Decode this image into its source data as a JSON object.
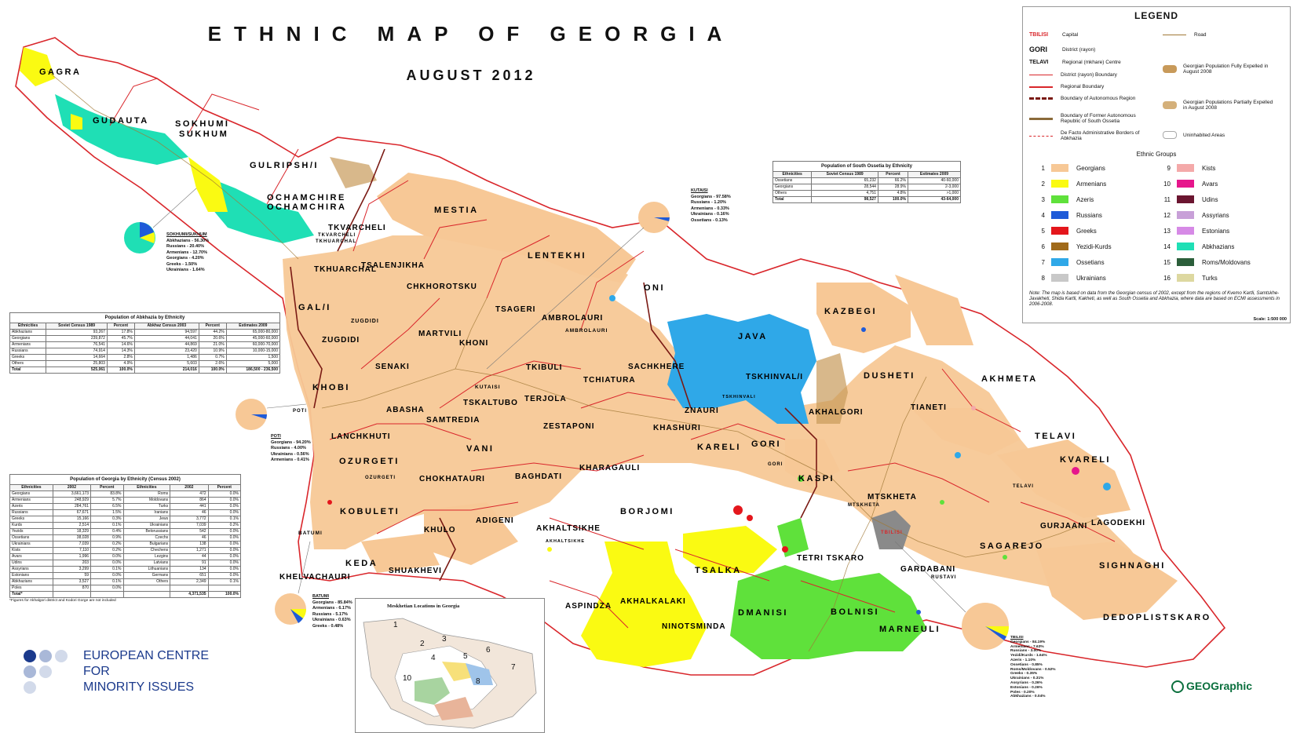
{
  "title": "ETHNIC MAP OF GEORGIA",
  "subtitle": "AUGUST 2012",
  "colors": {
    "georgians": "#f7c896",
    "armenians": "#fafa12",
    "azeris": "#5fe13b",
    "russians": "#1f5bd8",
    "greeks": "#e4161c",
    "yezidi_kurds": "#a06a1a",
    "ossetians": "#2fa8e8",
    "ukrainians": "#c8c8c8",
    "kists": "#f4a9a9",
    "avars": "#e6168c",
    "udins": "#6b1530",
    "assyrians": "#c8a0d8",
    "estonians": "#d68ae6",
    "abkhazians": "#1fdfb5",
    "roms_moldovans": "#2b5e3a",
    "turks": "#ddd8a0",
    "border_red": "#d9262b",
    "border_dark": "#7a1a14",
    "ecmi_blue": "#1b3a8c"
  },
  "districts": [
    {
      "name": "GAGRA"
    },
    {
      "name": "GUDAUTA"
    },
    {
      "name": "SOKHUMI"
    },
    {
      "name": "SUKHUM"
    },
    {
      "name": "GULRIPSH/I"
    },
    {
      "name": "OCHAMCHIRE"
    },
    {
      "name": "OCHAMCHIRA"
    },
    {
      "name": "MESTIA"
    },
    {
      "name": "TKVARCHELI"
    },
    {
      "name": "TKVARCHELI"
    },
    {
      "name": "TKHUARCHAL"
    },
    {
      "name": "TKHUARCHAL"
    },
    {
      "name": "TSALENJIKHA"
    },
    {
      "name": "CHKHOROTSKU"
    },
    {
      "name": "LENTEKHI"
    },
    {
      "name": "ONI"
    },
    {
      "name": "GAL/I"
    },
    {
      "name": "ZUGDIDI"
    },
    {
      "name": "ZUGDIDI"
    },
    {
      "name": "MARTVILI"
    },
    {
      "name": "TSAGERI"
    },
    {
      "name": "AMBROLAURI"
    },
    {
      "name": "AMBROLAURI"
    },
    {
      "name": "KHONI"
    },
    {
      "name": "SENAKI"
    },
    {
      "name": "TKIBULI"
    },
    {
      "name": "SACHKHERE"
    },
    {
      "name": "TCHIATURA"
    },
    {
      "name": "KHOBI"
    },
    {
      "name": "KUTAISI"
    },
    {
      "name": "TSKALTUBO"
    },
    {
      "name": "TERJOLA"
    },
    {
      "name": "ABASHA"
    },
    {
      "name": "SAMTREDIA"
    },
    {
      "name": "ZESTAPONI"
    },
    {
      "name": "LANCHKHUTI"
    },
    {
      "name": "VANI"
    },
    {
      "name": "OZURGETI"
    },
    {
      "name": "OZURGETI"
    },
    {
      "name": "CHOKHATAURI"
    },
    {
      "name": "BAGHDATI"
    },
    {
      "name": "KHARAGAULI"
    },
    {
      "name": "KHASHURI"
    },
    {
      "name": "KARELI"
    },
    {
      "name": "GORI"
    },
    {
      "name": "GORI"
    },
    {
      "name": "JAVA"
    },
    {
      "name": "TSKHINVALI"
    },
    {
      "name": "TSKHINVAL/I"
    },
    {
      "name": "ZNAURI"
    },
    {
      "name": "AKHALGORI"
    },
    {
      "name": "KAZBEGI"
    },
    {
      "name": "DUSHETI"
    },
    {
      "name": "TIANETI"
    },
    {
      "name": "AKHMETA"
    },
    {
      "name": "TELAVI"
    },
    {
      "name": "TELAVI"
    },
    {
      "name": "KVARELI"
    },
    {
      "name": "KASPI"
    },
    {
      "name": "MTSKHETA"
    },
    {
      "name": "MTSKHETA"
    },
    {
      "name": "TBILISI"
    },
    {
      "name": "SAGAREJO"
    },
    {
      "name": "GURJAANI"
    },
    {
      "name": "LAGODEKHI"
    },
    {
      "name": "SIGHNAGHI"
    },
    {
      "name": "DEDOPLISTSKARO"
    },
    {
      "name": "KOBULETI"
    },
    {
      "name": "BATUMI"
    },
    {
      "name": "KHULO"
    },
    {
      "name": "ADIGENI"
    },
    {
      "name": "AKHALTSIKHE"
    },
    {
      "name": "AKHALTSIKHE"
    },
    {
      "name": "BORJOMI"
    },
    {
      "name": "KEDA"
    },
    {
      "name": "SHUAKHEVI"
    },
    {
      "name": "KHELVACHAURI"
    },
    {
      "name": "ASPINDZA"
    },
    {
      "name": "AKHALKALAKI"
    },
    {
      "name": "NINOTSMINDA"
    },
    {
      "name": "TSALKA"
    },
    {
      "name": "TETRI TSKARO"
    },
    {
      "name": "DMANISI"
    },
    {
      "name": "BOLNISI"
    },
    {
      "name": "MARNEULI"
    },
    {
      "name": "GARDABANI"
    },
    {
      "name": "RUSTAVI"
    },
    {
      "name": "POTI"
    }
  ],
  "legend": {
    "title": "LEGEND",
    "items": [
      {
        "key": "TBILISI",
        "label": "Capital"
      },
      {
        "key": "GORI",
        "label": "District (rayon)"
      },
      {
        "key": "TELAVI",
        "label": "Regional (mkhare) Centre"
      },
      {
        "label": "District (rayon) Boundary"
      },
      {
        "label": "Regional Boundary"
      },
      {
        "label": "Boundary of Autonomous Region"
      },
      {
        "label": "Boundary of Former Autonomous Republic of South Ossetia"
      },
      {
        "label": "De Facto Administrative Borders of Abkhazia"
      },
      {
        "label": "Road"
      },
      {
        "label": "Georgian Population Fully Expelled in August 2008"
      },
      {
        "label": "Georgian Populations Partially Expelled in August 2008"
      },
      {
        "label": "Uninhabited Areas"
      }
    ],
    "ethnic_title": "Ethnic Groups",
    "ethnic_groups": [
      {
        "num": "1",
        "name": "Georgians",
        "color": "#f7c896"
      },
      {
        "num": "2",
        "name": "Armenians",
        "color": "#fafa12"
      },
      {
        "num": "3",
        "name": "Azeris",
        "color": "#5fe13b"
      },
      {
        "num": "4",
        "name": "Russians",
        "color": "#1f5bd8"
      },
      {
        "num": "5",
        "name": "Greeks",
        "color": "#e4161c"
      },
      {
        "num": "6",
        "name": "Yezidi-Kurds",
        "color": "#a06a1a"
      },
      {
        "num": "7",
        "name": "Ossetians",
        "color": "#2fa8e8"
      },
      {
        "num": "8",
        "name": "Ukrainians",
        "color": "#c8c8c8"
      },
      {
        "num": "9",
        "name": "Kists",
        "color": "#f4a9a9"
      },
      {
        "num": "10",
        "name": "Avars",
        "color": "#e6168c"
      },
      {
        "num": "11",
        "name": "Udins",
        "color": "#6b1530"
      },
      {
        "num": "12",
        "name": "Assyrians",
        "color": "#c8a0d8"
      },
      {
        "num": "13",
        "name": "Estonians",
        "color": "#d68ae6"
      },
      {
        "num": "14",
        "name": "Abkhazians",
        "color": "#1fdfb5"
      },
      {
        "num": "15",
        "name": "Roms/Moldovans",
        "color": "#2b5e3a"
      },
      {
        "num": "16",
        "name": "Turks",
        "color": "#ddd8a0"
      }
    ],
    "note": "Note: The map is based on data from the Georgian census of 2002, except from the regions of Kvemo Kartli, Samtskhe-Javakheti, Shida Kartli, Kakheti, as well as South Ossetia and Abkhazia, where data are based on ECMI assessments in 2006-2008.",
    "scale": "Scale: 1:500 000"
  },
  "tables": {
    "south_ossetia": {
      "title": "Population of South Ossetia by Ethnicity",
      "headers": [
        "Ethnicities",
        "Soviet Census 1989",
        "Percent",
        "Estimates 2009"
      ],
      "rows": [
        [
          "Ossetians",
          "65,232",
          "66.2%",
          "40-60,000"
        ],
        [
          "Georgians",
          "28,544",
          "28.9%",
          "2-3,000"
        ],
        [
          "Others",
          "4,751",
          "4.8%",
          ">1,000"
        ],
        [
          "Total",
          "98,527",
          "100.0%",
          "43-64,000"
        ]
      ]
    },
    "abkhazia": {
      "title": "Population of Abkhazia by Ethnicity",
      "headers": [
        "Ethnicities",
        "Soviet Census 1989",
        "Percent",
        "Abkhaz Census 2003",
        "Percent",
        "Estimates 2009"
      ],
      "rows": [
        [
          "Abkhazians",
          "93,267",
          "17.8%",
          "94,597",
          "44.2%",
          "65,000-80,000"
        ],
        [
          "Georgians",
          "239,872",
          "45.7%",
          "44,041",
          "20.6%",
          "45,000-60,000"
        ],
        [
          "Armenians",
          "76,541",
          "14.6%",
          "44,869",
          "21.0%",
          "60,000-70,000"
        ],
        [
          "Russians",
          "74,914",
          "14.3%",
          "23,420",
          "10.9%",
          "10,000-15,000"
        ],
        [
          "Greeks",
          "14,664",
          "2.8%",
          "1,486",
          "0.7%",
          "1,500"
        ],
        [
          "Others",
          "25,803",
          "4.9%",
          "5,603",
          "2.6%",
          "5,000"
        ],
        [
          "Total",
          "525,061",
          "100.0%",
          "214,016",
          "100.0%",
          "186,500 - 236,500"
        ]
      ]
    },
    "georgia": {
      "title": "Population of Georgia by Ethnicity (Census 2002)",
      "headers": [
        "Ethnicities",
        "2002",
        "Percent",
        "Ethnicities",
        "2002",
        "Percent"
      ],
      "rows": [
        [
          "Georgians",
          "3,661,173",
          "83.8%",
          "Roms",
          "472",
          "0.0%"
        ],
        [
          "Armenians",
          "248,929",
          "5.7%",
          "Moldovans",
          "864",
          "0.0%"
        ],
        [
          "Azeris",
          "284,761",
          "6.5%",
          "Turks",
          "441",
          "0.0%"
        ],
        [
          "Russians",
          "67,671",
          "1.5%",
          "Iranians",
          "46",
          "0.0%"
        ],
        [
          "Greeks",
          "15,166",
          "0.3%",
          "Jews",
          "3,772",
          "0.1%"
        ],
        [
          "Kurds",
          "2,514",
          "0.1%",
          "Ukrainians",
          "7,039",
          "0.2%"
        ],
        [
          "Yezids",
          "18,329",
          "0.4%",
          "Belorussians",
          "542",
          "0.0%"
        ],
        [
          "Ossetians",
          "38,028",
          "0.9%",
          "Czechs",
          "46",
          "0.0%"
        ],
        [
          "Ukrainians",
          "7,039",
          "0.2%",
          "Bulgarians",
          "138",
          "0.0%"
        ],
        [
          "Kists",
          "7,110",
          "0.2%",
          "Chechens",
          "1,271",
          "0.0%"
        ],
        [
          "Avars",
          "1,996",
          "0.0%",
          "Lezgins",
          "44",
          "0.0%"
        ],
        [
          "Udins",
          "203",
          "0.0%",
          "Latvians",
          "91",
          "0.0%"
        ],
        [
          "Assyrians",
          "3,299",
          "0.1%",
          "Lithuanians",
          "134",
          "0.0%"
        ],
        [
          "Estonians",
          "59",
          "0.0%",
          "Germans",
          "651",
          "0.0%"
        ],
        [
          "Abkhazians",
          "3,527",
          "0.1%",
          "Others",
          "2,349",
          "0.1%"
        ],
        [
          "Poles",
          "870",
          "0.0%",
          "",
          "",
          ""
        ],
        [
          "Total*",
          "",
          "",
          "",
          "4,371,535",
          "100.0%"
        ]
      ],
      "footnote": "*Figures for Akhalgori district and Kodori Gorge are not included"
    }
  },
  "pies": [
    {
      "title": "SOKHUMI/SUKHUM",
      "lines": [
        "Abkhazians - 56.30%",
        "Russians - 20.40%",
        "Armenians - 12.70%",
        "Georgians - 4.20%",
        "Greeks - 1.50%",
        "Ukrainians - 1.64%"
      ]
    },
    {
      "title": "KUTAISI",
      "lines": [
        "Georgians - 97.58%",
        "Russians - 1.20%",
        "Armenians - 0.33%",
        "Ukrainians - 0.16%",
        "Ossetians - 0.13%"
      ]
    },
    {
      "title": "POTI",
      "lines": [
        "Georgians - 94.20%",
        "Russians - 4.00%",
        "Ukrainians - 0.56%",
        "Armenians - 0.41%"
      ]
    },
    {
      "title": "BATUMI",
      "lines": [
        "Georgians - 85.84%",
        "Armenians - 6.17%",
        "Russians - 5.17%",
        "Ukrainians - 0.63%",
        "Greeks - 0.48%"
      ]
    },
    {
      "title": "TBILISI",
      "lines": [
        "Georgians - 84.19%",
        "Armenians - 7.63%",
        "Russians - 3.00%",
        "Yezidi/Kurds - 1.64%",
        "Azeris - 1.10%",
        "Ossetians - 0.85%",
        "Roms/Moldovans - 0.52%",
        "Greeks - 0.35%",
        "Ukrainians - 0.31%",
        "Assyrians - 0.26%",
        "Estonians - 0.26%",
        "Poles - 0.20%",
        "Abkhazians - 0.04%"
      ]
    }
  ],
  "inset": {
    "title": "Meskhetian Locations in Georgia",
    "numbers": [
      "1",
      "2",
      "3",
      "4",
      "5",
      "6",
      "7",
      "8",
      "10"
    ]
  },
  "ecmi": {
    "line1": "EUROPEAN CENTRE",
    "line2": "FOR",
    "line3": "MINORITY ISSUES"
  },
  "geographic_logo": "GEOGraphic"
}
